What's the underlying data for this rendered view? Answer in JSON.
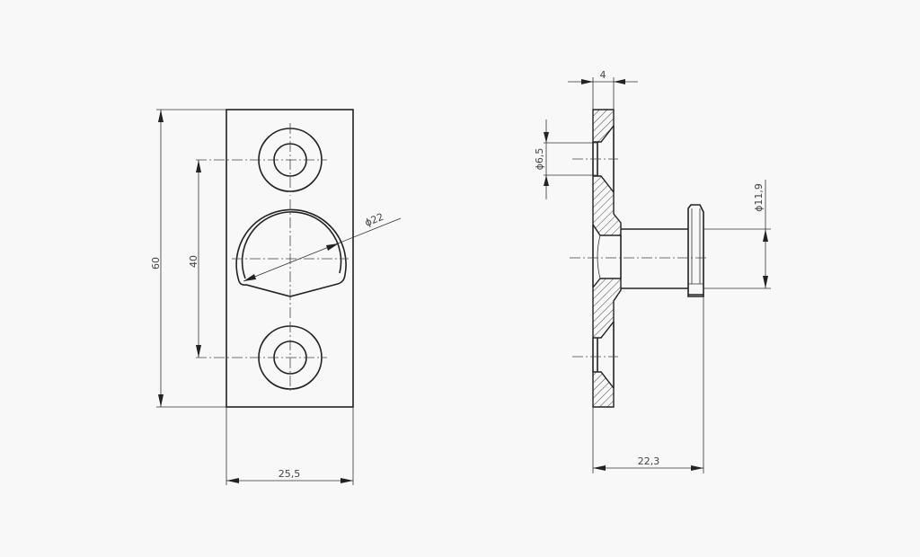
{
  "drawing": {
    "background": "#f8f8f8",
    "line_color": "#222222",
    "front_view": {
      "dimensions": {
        "height_total": "60",
        "hole_spacing": "40",
        "width": "25,5",
        "center_diameter": "ϕ22"
      }
    },
    "side_view": {
      "dimensions": {
        "plate_thickness": "4",
        "hole_diameter": "ϕ6,5",
        "pin_diameter": "ϕ11,9",
        "overall_depth": "22,3"
      }
    }
  }
}
